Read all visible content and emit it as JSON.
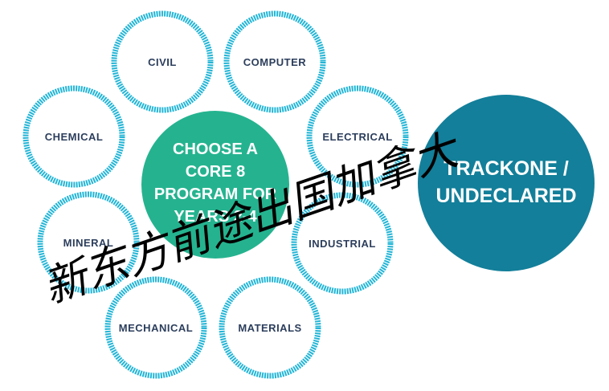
{
  "colors": {
    "ring": "#22b5d6",
    "ring_text": "#2c3e5c",
    "center_fill": "#25b38f",
    "track_fill": "#137f9a",
    "white_text": "#ffffff",
    "watermark": "#000000"
  },
  "programs": [
    {
      "label": "CIVIL"
    },
    {
      "label": "COMPUTER"
    },
    {
      "label": "CHEMICAL"
    },
    {
      "label": "ELECTRICAL"
    },
    {
      "label": "MINERAL"
    },
    {
      "label": "INDUSTRIAL"
    },
    {
      "label": "MECHANICAL"
    },
    {
      "label": "MATERIALS"
    }
  ],
  "center": {
    "lines": [
      "CHOOSE A",
      "CORE 8",
      "PROGRAM FOR",
      "YEARS 2-4"
    ]
  },
  "track": {
    "lines": [
      "TRACKONE /",
      "UNDECLARED"
    ]
  },
  "watermark": {
    "text": "新东方前途出国加拿大"
  }
}
